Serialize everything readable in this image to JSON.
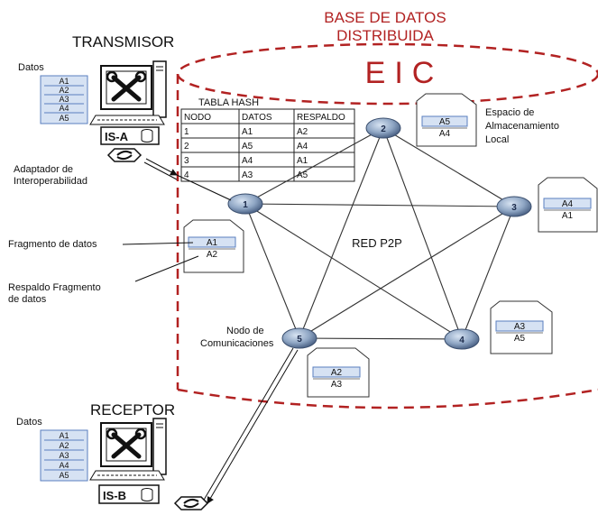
{
  "db_title_line1": "BASE DE DATOS",
  "db_title_line2": "DISTRIBUIDA",
  "eic": "EIC",
  "transmitter": {
    "title": "TRANSMISOR",
    "data_label": "Datos",
    "items": [
      "A1",
      "A2",
      "A3",
      "A4",
      "A5"
    ],
    "system": "IS-A"
  },
  "receiver": {
    "title": "RECEPTOR",
    "data_label": "Datos",
    "items": [
      "A1",
      "A2",
      "A3",
      "A4",
      "A5"
    ],
    "system": "IS-B"
  },
  "hash_table": {
    "title": "TABLA HASH",
    "headers": [
      "NODO",
      "DATOS",
      "RESPALDO"
    ],
    "rows": [
      [
        "1",
        "A1",
        "A2"
      ],
      [
        "2",
        "A5",
        "A4"
      ],
      [
        "3",
        "A4",
        "A1"
      ],
      [
        "4",
        "A3",
        "A5"
      ]
    ]
  },
  "labels": {
    "adapter_line1": "Adaptador de",
    "adapter_line2": "Interoperabilidad",
    "fragment": "Fragmento de datos",
    "backup_line1": "Respaldo Fragmento",
    "backup_line2": "de datos",
    "node_line1": "Nodo de",
    "node_line2": "Comunicaciones",
    "storage_line1": "Espacio de",
    "storage_line2": "Almacenamiento",
    "storage_line3": "Local",
    "network": "RED P2P"
  },
  "nodes": [
    {
      "id": "1",
      "data": "A1",
      "backup": "A2"
    },
    {
      "id": "2",
      "data": "A5",
      "backup": "A4"
    },
    {
      "id": "3",
      "data": "A4",
      "backup": "A1"
    },
    {
      "id": "4",
      "data": "A3",
      "backup": "A5"
    },
    {
      "id": "5",
      "data": "A2",
      "backup": "A3"
    }
  ],
  "colors": {
    "dashed_border": "#b22222",
    "node_fill": "#8fa6c4",
    "list_fill": "#d6e2f3",
    "list_border": "#5a7fbf"
  }
}
